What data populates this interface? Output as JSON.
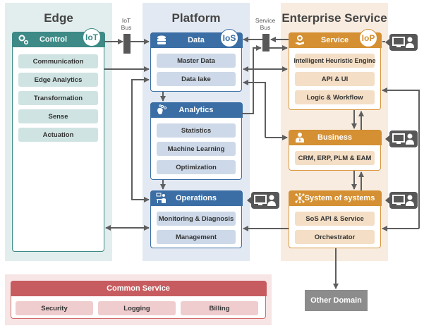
{
  "zones": {
    "edge": "Edge",
    "platform": "Platform",
    "enterprise": "Enterprise Service"
  },
  "buses": {
    "iot": [
      "IoT",
      "Bus"
    ],
    "service": [
      "Service",
      "Bus"
    ]
  },
  "control": {
    "title": "Control",
    "badge": "IoT",
    "icon": "gears-icon",
    "items": [
      "Communication",
      "Edge Analytics",
      "Transformation",
      "Sense",
      "Actuation"
    ]
  },
  "data": {
    "title": "Data",
    "badge": "IoS",
    "icon": "database-icon",
    "items": [
      "Master Data",
      "Data lake"
    ]
  },
  "analytics": {
    "title": "Analytics",
    "icon": "brain-network-icon",
    "items": [
      "Statistics",
      "Machine Learning",
      "Optimization"
    ]
  },
  "operations": {
    "title": "Operations",
    "icon": "operator-desk-icon",
    "items": [
      "Monitoring & Diagnosis",
      "Management"
    ]
  },
  "service": {
    "title": "Service",
    "badge": "IoP",
    "icon": "hand-gear-icon",
    "items": [
      "Intelligent Heuristic Engine",
      "API & UI",
      "Logic & Workflow"
    ]
  },
  "business": {
    "title": "Business",
    "icon": "businessman-icon",
    "items": [
      "CRM, ERP, PLM & EAM"
    ]
  },
  "sos": {
    "title": "System of systems",
    "icon": "network-nodes-icon",
    "items": [
      "SoS API & Service",
      "Orchestrator"
    ]
  },
  "common": {
    "title": "Common Service",
    "items": [
      "Security",
      "Logging",
      "Billing"
    ]
  },
  "other_domain": "Other Domain",
  "colors": {
    "edge": "#3d8a86",
    "platform": "#3a6ea5",
    "enterprise": "#d49033",
    "common": "#c65c5f",
    "connector": "#5e5e5e"
  }
}
